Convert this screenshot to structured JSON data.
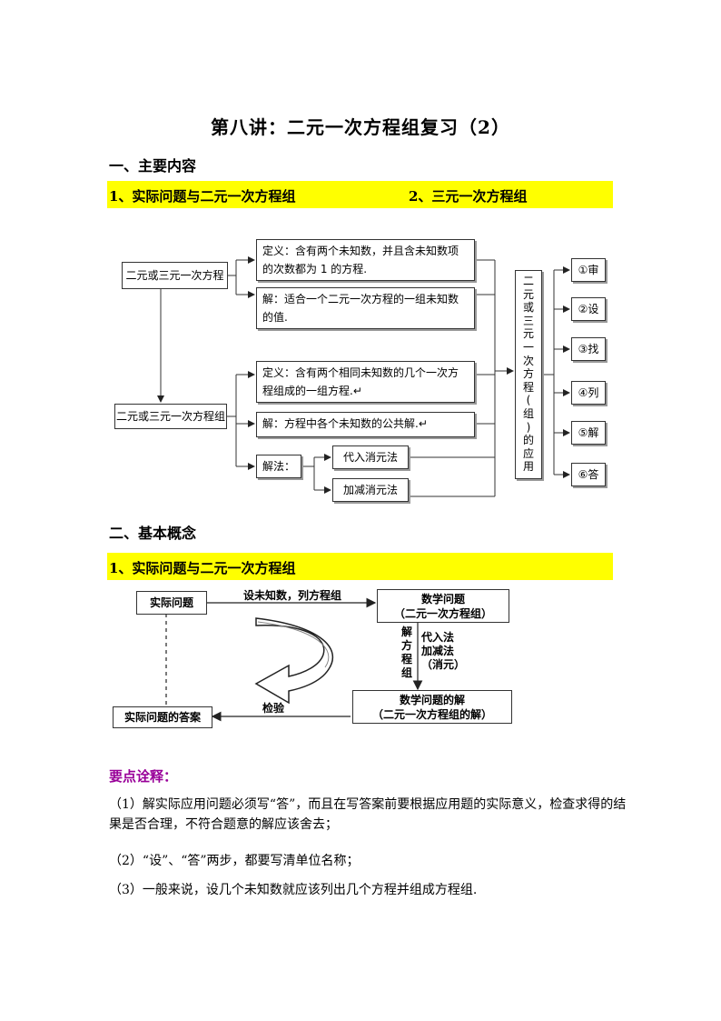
{
  "title": "第八讲：二元一次方程组复习（2）",
  "section1": {
    "heading": "一、主要内容",
    "band_left": "1、实际问题与二元一次方程组",
    "band_right": "2、三元一次方程组"
  },
  "diagram1": {
    "root1": "二元或三元一次方程",
    "def1": "定义：含有两个未知数，并且含未知数项的次数都为 1 的方程.",
    "sol1": "解：适合一个二元一次方程的一组未知数的值.",
    "root2": "二元或三元一次方程组",
    "def2": "定义：含有两个相同未知数的几个一次方程组成的一组方程.↵",
    "sol2": "解：方程中各个未知数的公共解.↵",
    "method": "解法：",
    "m1": "代入消元法",
    "m2": "加减消元法",
    "app_chars": [
      "二",
      "元",
      "或",
      "三",
      "元",
      "一",
      "次",
      "方",
      "程",
      "(",
      "组",
      ")",
      "的",
      "应",
      "用"
    ],
    "steps": [
      "①审",
      "②设",
      "③找",
      "④列",
      "⑤解",
      "⑥答"
    ]
  },
  "section2": {
    "heading": "二、基本概念",
    "band": "1、实际问题与二元一次方程组"
  },
  "diagram2": {
    "real_problem": "实际问题",
    "arrow1_label": "设未知数，列方程组",
    "math_problem_1": "数学问题",
    "math_problem_2": "（二元一次方程组）",
    "solve_chars": [
      "解",
      "方",
      "程",
      "组"
    ],
    "methods": [
      "代入法",
      "加减法",
      "（消元）"
    ],
    "math_solution_1": "数学问题的解",
    "math_solution_2": "（二元一次方程组的解）",
    "check_label": "检验",
    "answer": "实际问题的答案"
  },
  "notes": {
    "title": "要点诠释：",
    "items": [
      "（1）解实际应用问题必须写“答”，而且在写答案前要根据应用题的实际意义，检查求得的结果是否合理，不符合题意的解应该舍去；",
      "（2）“设”、“答”两步，都要写清单位名称；",
      "（3）一般来说，设几个未知数就应该列出几个方程并组成方程组."
    ]
  }
}
